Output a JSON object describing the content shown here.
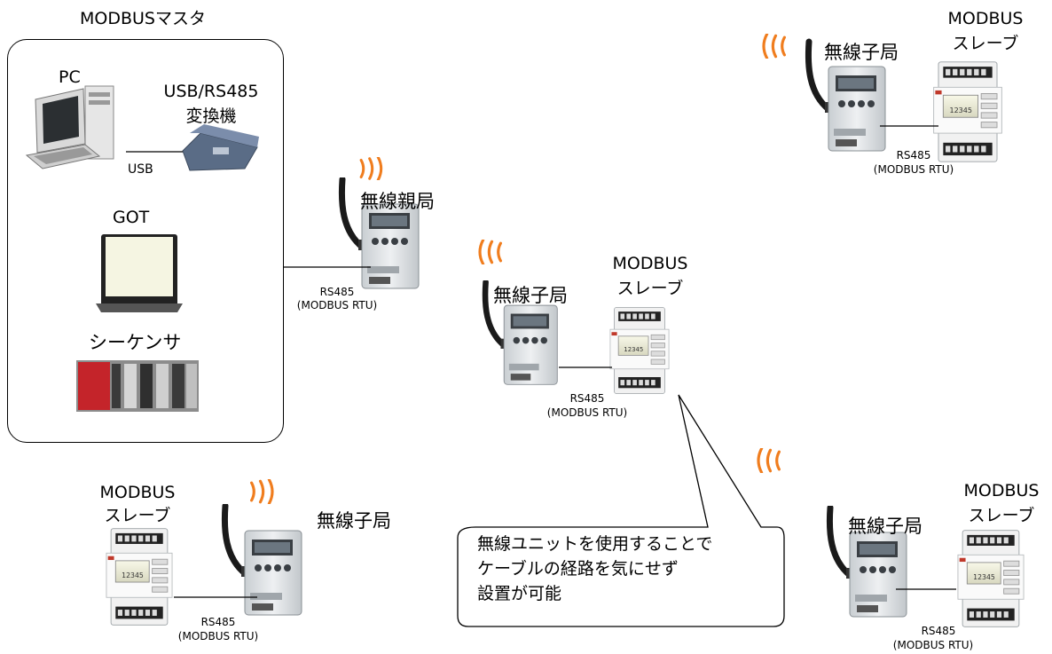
{
  "master": {
    "title": "MODBUSマスタ",
    "pc": "PC",
    "converter_l1": "USB/RS485",
    "converter_l2": "変換機",
    "usb": "USB",
    "got": "GOT",
    "sequencer": "シーケンサ"
  },
  "parent": {
    "label": "無線親局",
    "rs485": "RS485",
    "protocol": "(MODBUS RTU)"
  },
  "center": {
    "child": "無線子局",
    "slave_l1": "MODBUS",
    "slave_l2": "スレーブ",
    "rs485": "RS485",
    "protocol": "(MODBUS RTU)"
  },
  "topright": {
    "child": "無線子局",
    "slave_l1": "MODBUS",
    "slave_l2": "スレーブ",
    "rs485": "RS485",
    "protocol": "(MODBUS RTU)"
  },
  "bottomleft": {
    "child": "無線子局",
    "slave_l1": "MODBUS",
    "slave_l2": "スレーブ",
    "rs485": "RS485",
    "protocol": "(MODBUS RTU)"
  },
  "bottomright": {
    "child": "無線子局",
    "slave_l1": "MODBUS",
    "slave_l2": "スレーブ",
    "rs485": "RS485",
    "protocol": "(MODBUS RTU)"
  },
  "callout": {
    "line1": "無線ユニットを使用することで",
    "line2": "ケーブルの経路を気にせず",
    "line3": "設置が可能"
  },
  "colors": {
    "wave": "#f07d1e",
    "line": "#000000",
    "device_body": "#dfe3e6",
    "antenna": "#1a1a1a"
  }
}
